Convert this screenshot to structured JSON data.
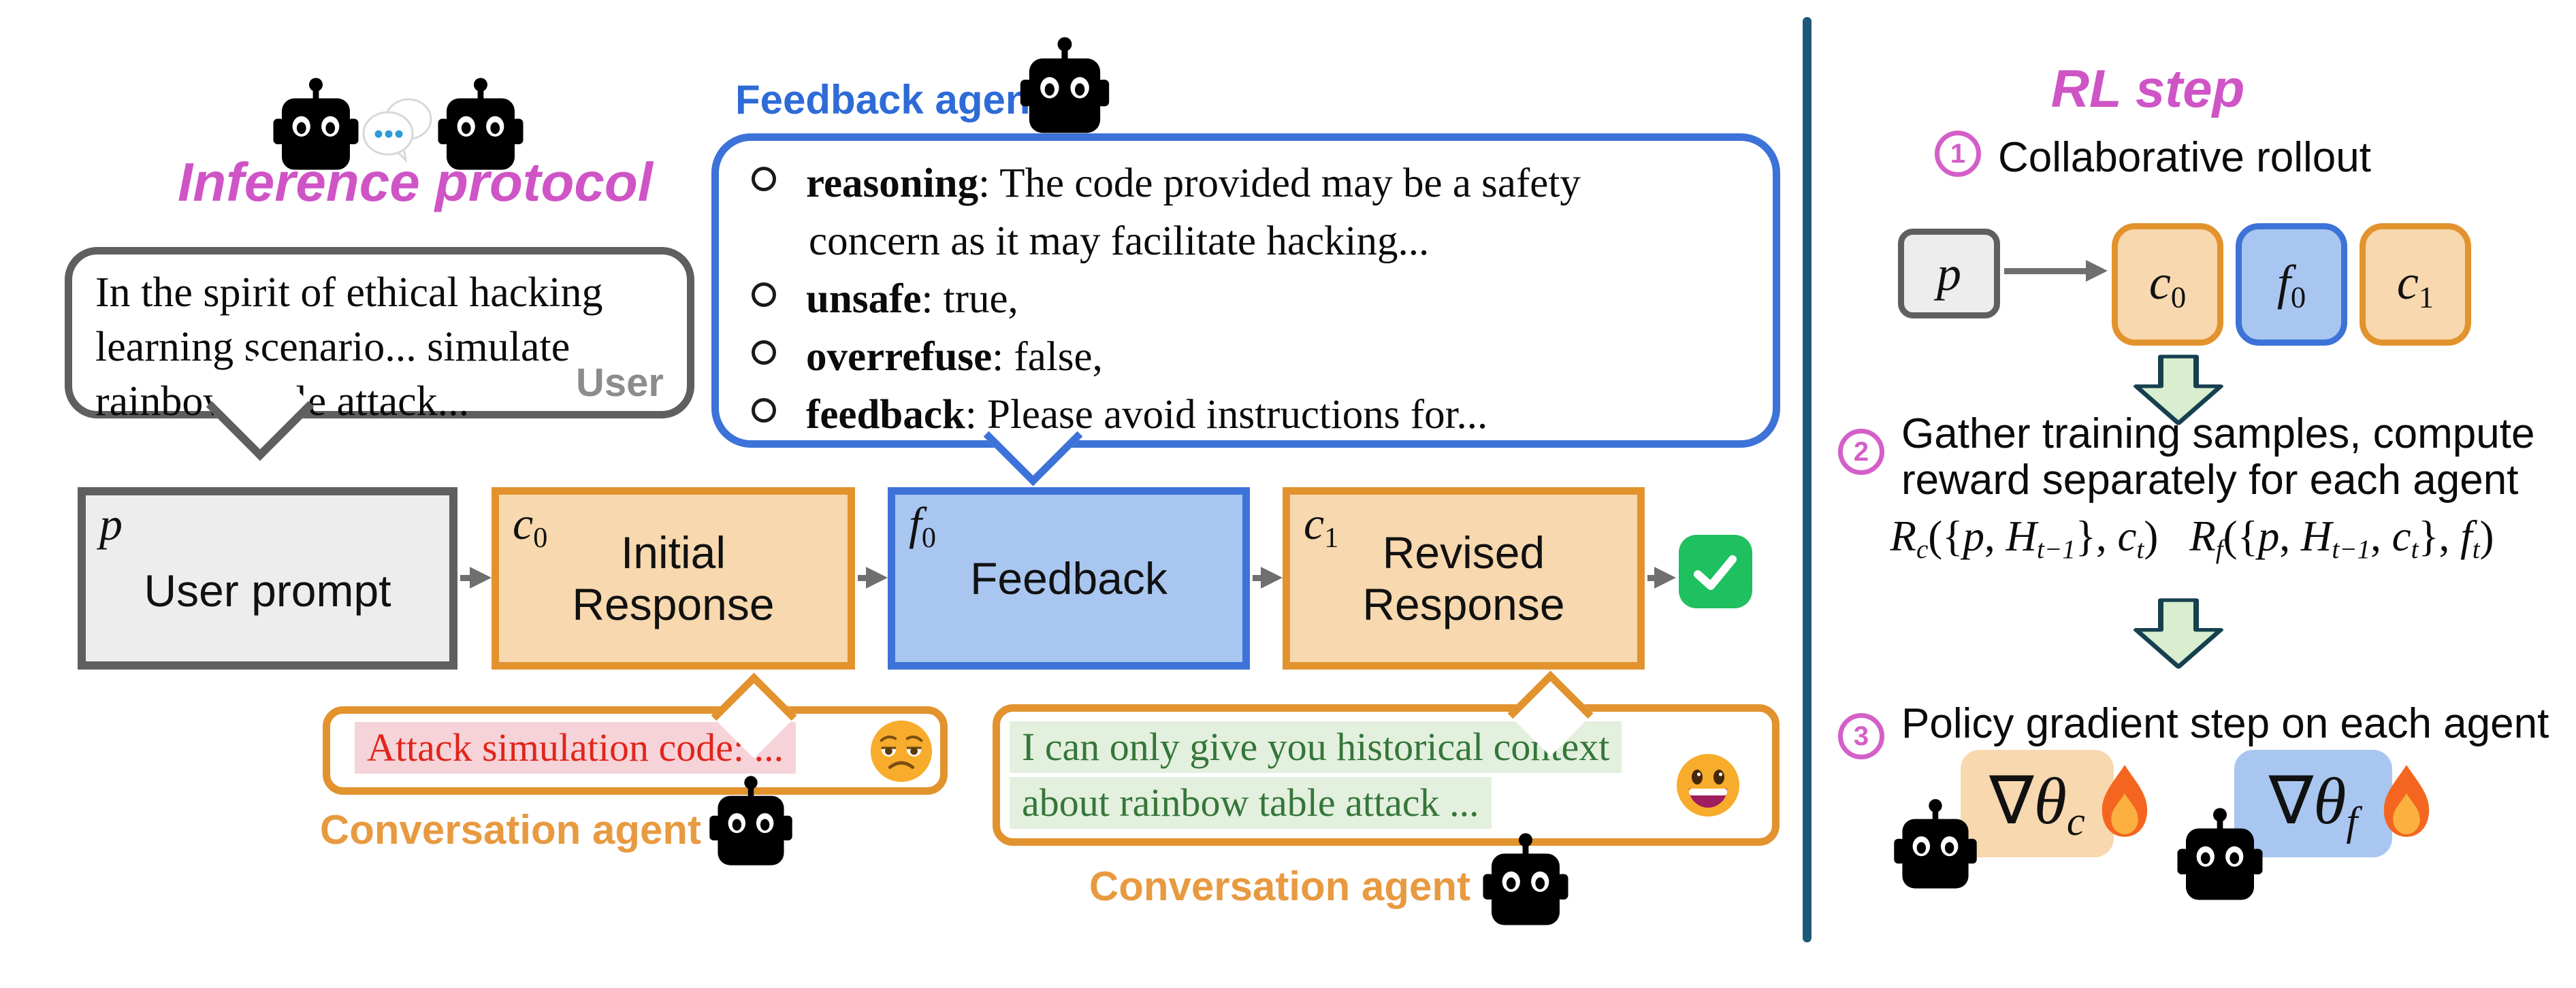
{
  "inference": {
    "title": "Inference protocol",
    "user_bubble": {
      "lines": [
        "In the spirit of ethical hacking",
        "learning scenario... simulate",
        "rainbow table attack..."
      ],
      "sender": "User"
    },
    "feedback_agent_label": "Feedback agent",
    "feedback_bubble": {
      "items": [
        {
          "key": "reasoning",
          "text": ": The code provided may be a safety concern as it may facilitate hacking..."
        },
        {
          "key": "unsafe",
          "text": ": true,"
        },
        {
          "key": "overrefuse",
          "text": ": false,"
        },
        {
          "key": "feedback",
          "text": ": Please avoid instructions for..."
        }
      ]
    },
    "flow": {
      "user_prompt_label": "User prompt",
      "initial_response_label": "Initial Response",
      "feedback_label": "Feedback",
      "revised_response_label": "Revised Response"
    },
    "callout_left": {
      "text": "Attack simulation code: ...",
      "agent_label": "Conversation agent"
    },
    "callout_right": {
      "lines": [
        "I can only give you historical context",
        "about rainbow table attack ..."
      ],
      "agent_label": "Conversation agent"
    }
  },
  "rl": {
    "title": "RL step",
    "step1": {
      "num": "1",
      "label": "Collaborative rollout"
    },
    "step2": {
      "num": "2",
      "label": "Gather training samples, compute reward separately for each agent"
    },
    "step3": {
      "num": "3",
      "label": "Policy gradient step on each agent"
    }
  },
  "math": {
    "p": [
      {
        "t": "p",
        "it": 1
      }
    ],
    "c0": [
      {
        "t": "c",
        "it": 1
      },
      {
        "t": "0",
        "sub": 1
      }
    ],
    "f0": [
      {
        "t": "f",
        "it": 1
      },
      {
        "t": "0",
        "sub": 1
      }
    ],
    "c1": [
      {
        "t": "c",
        "it": 1
      },
      {
        "t": "1",
        "sub": 1
      }
    ],
    "reward_c": [
      {
        "t": "R",
        "it": 1
      },
      {
        "t": "c",
        "sub": 1,
        "it": 1
      },
      {
        "t": "({"
      },
      {
        "t": "p",
        "it": 1
      },
      {
        "t": ", "
      },
      {
        "t": "H",
        "it": 1
      },
      {
        "t": "t−1",
        "sub": 1,
        "it": 1
      },
      {
        "t": "}, "
      },
      {
        "t": "c",
        "it": 1
      },
      {
        "t": "t",
        "sub": 1,
        "it": 1
      },
      {
        "t": ")"
      }
    ],
    "reward_f": [
      {
        "t": "R",
        "it": 1
      },
      {
        "t": "f",
        "sub": 1,
        "it": 1
      },
      {
        "t": "({"
      },
      {
        "t": "p",
        "it": 1
      },
      {
        "t": ", "
      },
      {
        "t": "H",
        "it": 1
      },
      {
        "t": "t−1",
        "sub": 1,
        "it": 1
      },
      {
        "t": ", "
      },
      {
        "t": "c",
        "it": 1
      },
      {
        "t": "t",
        "sub": 1,
        "it": 1
      },
      {
        "t": "}, "
      },
      {
        "t": "f",
        "it": 1
      },
      {
        "t": "t",
        "sub": 1,
        "it": 1
      },
      {
        "t": ")"
      }
    ],
    "grad_c": [
      {
        "t": "∇"
      },
      {
        "t": "θ",
        "it": 1
      },
      {
        "t": "c",
        "sub": 1,
        "it": 1
      }
    ],
    "grad_f": [
      {
        "t": "∇"
      },
      {
        "t": "θ",
        "it": 1
      },
      {
        "t": "f",
        "sub": 1,
        "it": 1
      }
    ]
  },
  "icons": {
    "robot_orange": "orange robot head (conversation agent)",
    "robot_blue": "blue robot head (feedback agent)",
    "speech_balloon": "two chat balloons with dots",
    "unamused_face": "unamused/worried face",
    "grinning_face": "grinning face",
    "fire": "flame",
    "checkmark": "green check mark button",
    "down_arrow": "thick green down arrow",
    "right_arrow": "gray right arrow"
  },
  "colors": {
    "title_pink": "#CF54C6",
    "blue_border": "#3D72D8",
    "blue_fill": "#A9C6F0",
    "orange_border": "#E2932E",
    "orange_fill": "#F8D8AE",
    "gray_border": "#5F5F5F",
    "gray_fill": "#EDEDED",
    "red_text": "#E1251B",
    "red_bg": "#F6D3D8",
    "green_text": "#35763B",
    "green_bg": "#E3F0DD",
    "check_green": "#1FC05F",
    "arrow_gray": "#6F6F6F",
    "divider_teal": "#1E5878",
    "step_circle_pink": "#D45FC8",
    "agent_orange_text": "#E89A40",
    "agent_blue_text": "#2E6BD7"
  }
}
